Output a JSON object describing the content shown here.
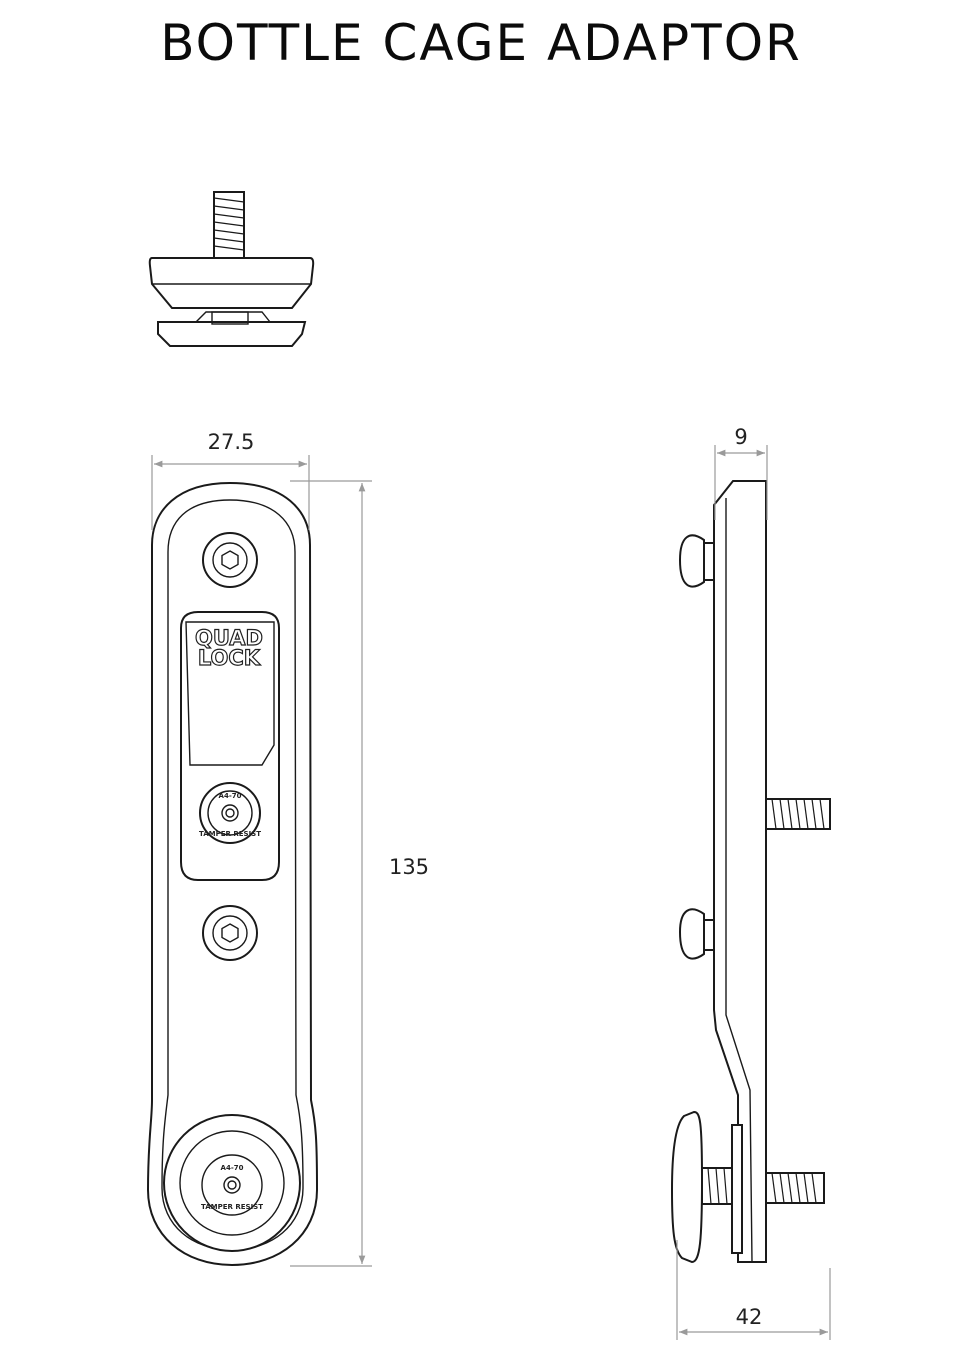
{
  "title": "BOTTLE CAGE ADAPTOR",
  "logo": {
    "line1": "QUAD",
    "line2": "LOCK"
  },
  "bolt_marking": {
    "grade": "A4-70",
    "text": "TAMPER RESIST"
  },
  "dimensions": {
    "width": "27.5",
    "height": "135",
    "thickness": "9",
    "depth": "42"
  }
}
